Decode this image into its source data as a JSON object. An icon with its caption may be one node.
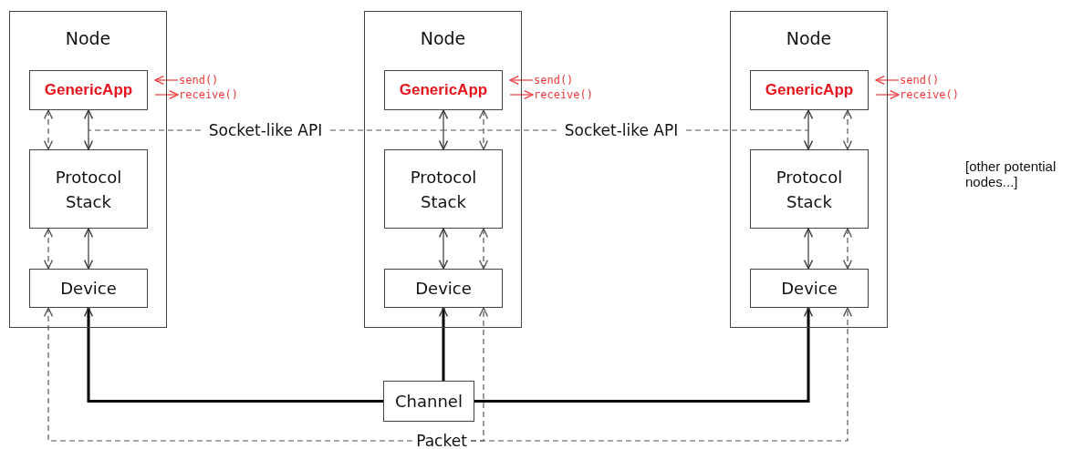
{
  "diagram": {
    "nodes": [
      {
        "text": [
          "Node"
        ]
      },
      {
        "text": [
          "GenericApp"
        ],
        "in": 0
      },
      {
        "text": [
          "Protocol Stack"
        ],
        "in": 0
      },
      {
        "text": [
          "Device"
        ],
        "in": 0
      },
      {
        "text": [
          "Node"
        ]
      },
      {
        "text": [
          "GenericApp"
        ],
        "in": 4
      },
      {
        "text": [
          "Protocol Stack"
        ],
        "in": 4
      },
      {
        "text": [
          "Device"
        ],
        "in": 4
      },
      {
        "text": [
          "Node"
        ]
      },
      {
        "text": [
          "GenericApp"
        ],
        "in": 8
      },
      {
        "text": [
          "Protocol Stack"
        ],
        "in": 8
      },
      {
        "text": [
          "Device"
        ],
        "in": 8
      },
      {
        "text": [
          "send()"
        ]
      },
      {
        "text": [
          "receive()"
        ]
      },
      {
        "text": [
          "send()"
        ]
      },
      {
        "text": [
          "receive()"
        ]
      },
      {
        "text": [
          "send()"
        ]
      },
      {
        "text": [
          "receive()"
        ]
      },
      {
        "text": [
          "Socket-like API"
        ]
      },
      {
        "text": [
          "Socket-like API"
        ]
      },
      {
        "text": [
          "Channel"
        ]
      },
      {
        "text": [
          "Packet"
        ]
      }
    ],
    "edges": [
      {
        "from": 1,
        "to": 2,
        "arrow": "both"
      },
      {
        "from": 1,
        "to": 2,
        "arrow": "both",
        "style": "dashed"
      },
      {
        "from": 2,
        "to": 3,
        "arrow": "both"
      },
      {
        "from": 2,
        "to": 3,
        "arrow": "both",
        "style": "dashed"
      },
      {
        "from": 5,
        "to": 6,
        "arrow": "both"
      },
      {
        "from": 5,
        "to": 6,
        "arrow": "both",
        "style": "dashed"
      },
      {
        "from": 6,
        "to": 7,
        "arrow": "both"
      },
      {
        "from": 6,
        "to": 7,
        "arrow": "both",
        "style": "dashed"
      },
      {
        "from": 9,
        "to": 10,
        "arrow": "both"
      },
      {
        "from": 9,
        "to": 10,
        "arrow": "both",
        "style": "dashed"
      },
      {
        "from": 10,
        "to": 11,
        "arrow": "both"
      },
      {
        "from": 10,
        "to": 11,
        "arrow": "both",
        "style": "dashed"
      },
      {
        "from": 12,
        "to": 1,
        "arrow": "to",
        "color": "#f03a3a"
      },
      {
        "from": 1,
        "to": 13,
        "arrow": "to",
        "color": "#f03a3a"
      },
      {
        "from": 14,
        "to": 5,
        "arrow": "to",
        "color": "#f03a3a"
      },
      {
        "from": 5,
        "to": 15,
        "arrow": "to",
        "color": "#f03a3a"
      },
      {
        "from": 16,
        "to": 9,
        "arrow": "to",
        "color": "#f03a3a"
      },
      {
        "from": 9,
        "to": 17,
        "arrow": "to",
        "color": "#f03a3a"
      },
      {
        "from": 18,
        "to": null,
        "arrow": "none",
        "style": "dashed"
      },
      {
        "from": 18,
        "to": null,
        "arrow": "none",
        "style": "dashed"
      },
      {
        "from": 19,
        "to": null,
        "arrow": "none",
        "style": "dashed"
      },
      {
        "from": 19,
        "to": null,
        "arrow": "none",
        "style": "dashed"
      },
      {
        "from": 20,
        "to": 3,
        "arrow": "to",
        "style": "thick"
      },
      {
        "from": 20,
        "to": 7,
        "arrow": "to",
        "style": "thick"
      },
      {
        "from": 20,
        "to": 11,
        "arrow": "to",
        "style": "thick"
      },
      {
        "from": 21,
        "to": 3,
        "arrow": "to",
        "style": "dashed"
      },
      {
        "from": 21,
        "to": 7,
        "arrow": "to",
        "style": "dashed"
      },
      {
        "from": 21,
        "to": 11,
        "arrow": "to",
        "style": "dashed"
      }
    ],
    "labels": [
      "[other potential nodes...]"
    ]
  }
}
